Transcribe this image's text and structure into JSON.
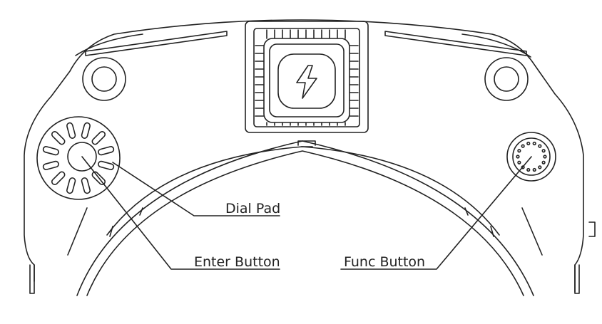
{
  "diagram": {
    "callouts": {
      "dial_pad": "Dial Pad",
      "enter_button": "Enter Button",
      "func_button": "Func Button"
    },
    "icons": {
      "center_badge": "lightning-bolt-icon"
    },
    "colors": {
      "stroke": "#222222",
      "background": "#ffffff"
    }
  }
}
